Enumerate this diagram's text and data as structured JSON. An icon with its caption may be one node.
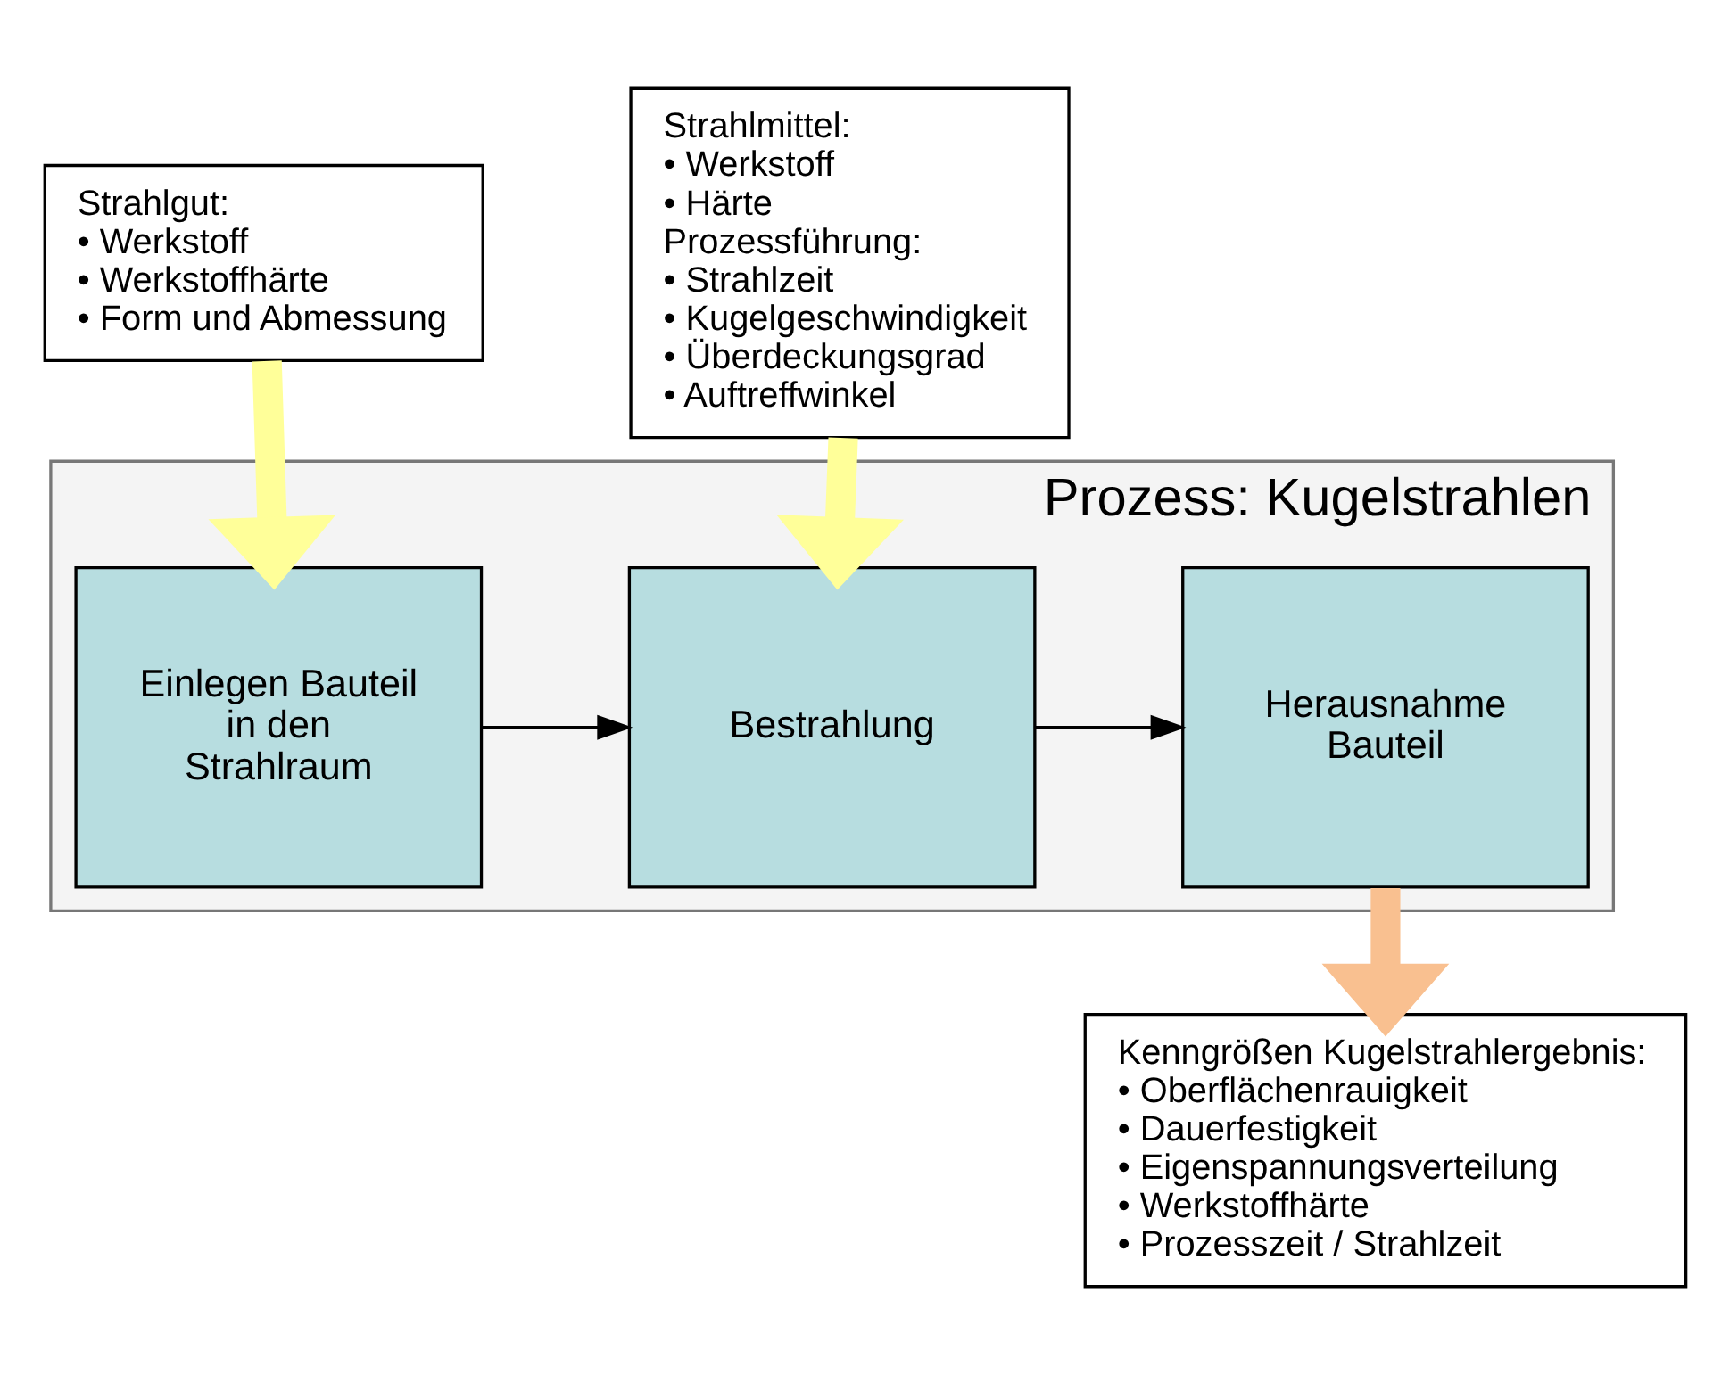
{
  "diagram": {
    "nodes": [
      {
        "text": [
          "Strahlgut:",
          "• Werkstoff",
          "• Werkstoffhärte",
          "• Form und Abmessung"
        ]
      },
      {
        "text": [
          "Strahlmittel:",
          "• Werkstoff",
          "• Härte",
          "Prozessführung:",
          "• Strahlzeit",
          "• Kugelgeschwindigkeit",
          "• Überdeckungsgrad",
          "• Auftreffwinkel"
        ]
      },
      {
        "text": [
          "Prozess: Kugelstrahlen"
        ]
      },
      {
        "text": [
          "Einlegen Bauteil in den Strahlraum"
        ],
        "in": 2
      },
      {
        "text": [
          "Bestrahlung"
        ],
        "in": 2
      },
      {
        "text": [
          "Herausnahme Bauteil"
        ],
        "in": 2
      },
      {
        "text": [
          "Kenngrößen Kugelstrahlergebnis:",
          "• Oberflächenrauigkeit",
          "• Dauerfestigkeit",
          "• Eigenspannungsverteilung",
          "• Werkstoffhärte",
          "• Prozesszeit / Strahlzeit"
        ]
      }
    ],
    "edges": [
      {
        "from": 0,
        "to": 3,
        "arrow": "to",
        "color": "#ffff99"
      },
      {
        "from": 1,
        "to": 4,
        "arrow": "to",
        "color": "#ffff99"
      },
      {
        "from": 3,
        "to": 4,
        "arrow": "to",
        "color": "#000000"
      },
      {
        "from": 4,
        "to": 5,
        "arrow": "to",
        "color": "#000000"
      },
      {
        "from": 5,
        "to": 6,
        "arrow": "to",
        "color": "#f9c090"
      }
    ]
  }
}
